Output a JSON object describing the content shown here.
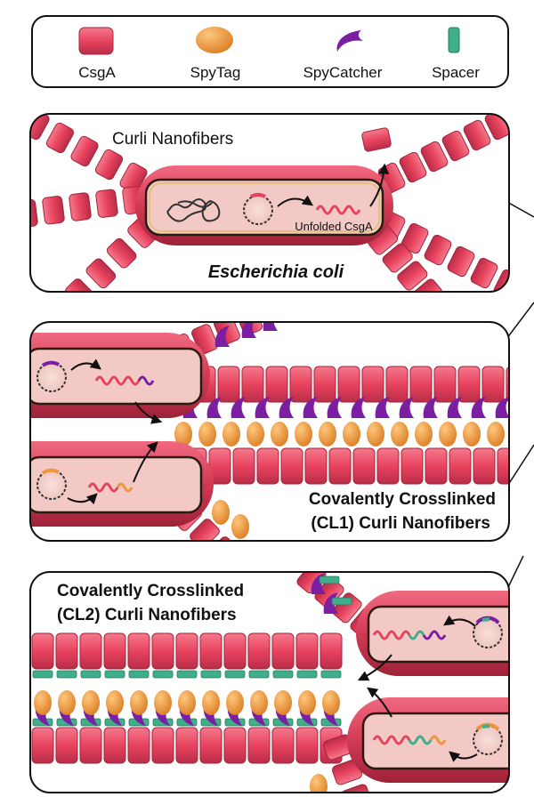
{
  "legend": {
    "items": [
      {
        "key": "csga",
        "label": "CsgA"
      },
      {
        "key": "spytag",
        "label": "SpyTag"
      },
      {
        "key": "spycatcher",
        "label": "SpyCatcher"
      },
      {
        "key": "spacer",
        "label": "Spacer"
      }
    ]
  },
  "panel1": {
    "title": "Curli Nanofibers",
    "organism": "Escherichia coli",
    "unfolded_label": "Unfolded CsgA"
  },
  "panel2": {
    "title_line1": "Covalently Crosslinked",
    "title_line2": "(CL1) Curli Nanofibers"
  },
  "panel3": {
    "title_line1": "Covalently Crosslinked",
    "title_line2": "(CL2) Curli Nanofibers"
  },
  "colors": {
    "csga": "#e8435e",
    "csga_dark": "#b02a43",
    "spytag": "#f0953a",
    "spycatcher": "#7b1fa2",
    "spacer": "#3fae8a",
    "cell_interior": "#f2c9c4",
    "cell_rim": "#c9304b"
  }
}
